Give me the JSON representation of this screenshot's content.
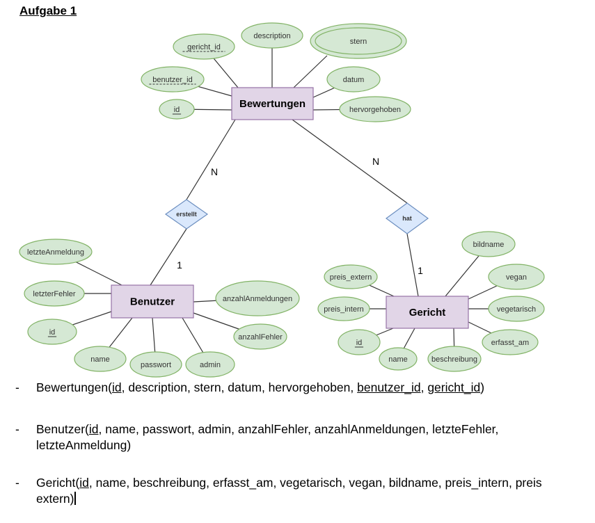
{
  "title": "Aufgabe 1",
  "entities": [
    {
      "id": "bewertungen",
      "label": "Bewertungen"
    },
    {
      "id": "benutzer",
      "label": "Benutzer"
    },
    {
      "id": "gericht",
      "label": "Gericht"
    }
  ],
  "relationships": [
    {
      "id": "erstellt",
      "label": "erstellt"
    },
    {
      "id": "hat",
      "label": "hat"
    }
  ],
  "cardinalities": [
    {
      "id": "erstellt-bewertungen",
      "label": "N"
    },
    {
      "id": "erstellt-benutzer",
      "label": "1"
    },
    {
      "id": "hat-bewertungen",
      "label": "N"
    },
    {
      "id": "hat-gericht",
      "label": "1"
    }
  ],
  "attributes": [
    {
      "id": "bw-gericht-id",
      "label": "gericht_id",
      "underline": "dashed"
    },
    {
      "id": "bw-description",
      "label": "description"
    },
    {
      "id": "bw-stern",
      "label": "stern",
      "multivalued": true
    },
    {
      "id": "bw-benutzer-id",
      "label": "benutzer_id",
      "underline": "dashed"
    },
    {
      "id": "bw-datum",
      "label": "datum"
    },
    {
      "id": "bw-id",
      "label": "id",
      "underline": "solid"
    },
    {
      "id": "bw-hervorgehoben",
      "label": "hervorgehoben"
    },
    {
      "id": "bn-letzteanmeldung",
      "label": "letzteAnmeldung"
    },
    {
      "id": "bn-letzterfehler",
      "label": "letzterFehler"
    },
    {
      "id": "bn-id",
      "label": "id",
      "underline": "solid"
    },
    {
      "id": "bn-name",
      "label": "name"
    },
    {
      "id": "bn-passwort",
      "label": "passwort"
    },
    {
      "id": "bn-admin",
      "label": "admin"
    },
    {
      "id": "bn-anzahlfehler",
      "label": "anzahlFehler"
    },
    {
      "id": "bn-anzahlanmeldungen",
      "label": "anzahlAnmeldungen"
    },
    {
      "id": "gr-bildname",
      "label": "bildname"
    },
    {
      "id": "gr-preis-extern",
      "label": "preis_extern"
    },
    {
      "id": "gr-vegan",
      "label": "vegan"
    },
    {
      "id": "gr-preis-intern",
      "label": "preis_intern"
    },
    {
      "id": "gr-vegetarisch",
      "label": "vegetarisch"
    },
    {
      "id": "gr-id",
      "label": "id",
      "underline": "solid"
    },
    {
      "id": "gr-erfasst-am",
      "label": "erfasst_am"
    },
    {
      "id": "gr-name",
      "label": "name"
    },
    {
      "id": "gr-beschreibung",
      "label": "beschreibung"
    }
  ],
  "schema": [
    {
      "id": "bewertungen",
      "parts": [
        {
          "t": "Bewertungen("
        },
        {
          "t": "id",
          "u": true
        },
        {
          "t": ", description, stern, datum, hervorgehoben, "
        },
        {
          "t": "benutzer_id",
          "u": true
        },
        {
          "t": ", "
        },
        {
          "t": "gericht_id",
          "u": true
        },
        {
          "t": ")"
        }
      ]
    },
    {
      "id": "benutzer",
      "parts": [
        {
          "t": "Benutzer("
        },
        {
          "t": "id",
          "u": true
        },
        {
          "t": ", name, passwort, admin, anzahlFehler, anzahlAnmeldungen, letzteFehler, letzteAnmeldung)"
        }
      ]
    },
    {
      "id": "gericht",
      "parts": [
        {
          "t": "Gericht("
        },
        {
          "t": "id",
          "u": true
        },
        {
          "t": ", name, beschreibung, erfasst_am, vegetarisch, vegan, bildname, preis_intern, preis extern)"
        }
      ]
    }
  ]
}
